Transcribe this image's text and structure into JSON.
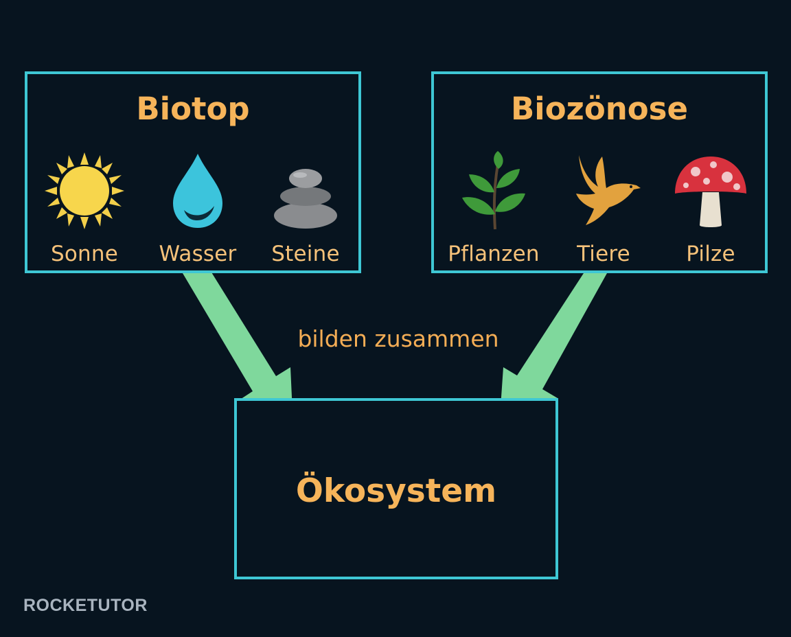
{
  "colors": {
    "background": "#07141f",
    "box_border": "#3ec7d4",
    "title": "#f6b45a",
    "arrow": "#7fd89c"
  },
  "biotop": {
    "title": "Biotop",
    "items": [
      {
        "label": "Sonne",
        "icon": "sun-icon"
      },
      {
        "label": "Wasser",
        "icon": "water-drop-icon"
      },
      {
        "label": "Steine",
        "icon": "stones-icon"
      }
    ]
  },
  "biozoenose": {
    "title": "Biozönose",
    "items": [
      {
        "label": "Pflanzen",
        "icon": "plant-icon"
      },
      {
        "label": "Tiere",
        "icon": "bird-icon"
      },
      {
        "label": "Pilze",
        "icon": "mushroom-icon"
      }
    ]
  },
  "connector": {
    "label": "bilden zusammen"
  },
  "result": {
    "title": "Ökosystem"
  },
  "watermark": {
    "text": "ROCKETUTOR"
  }
}
